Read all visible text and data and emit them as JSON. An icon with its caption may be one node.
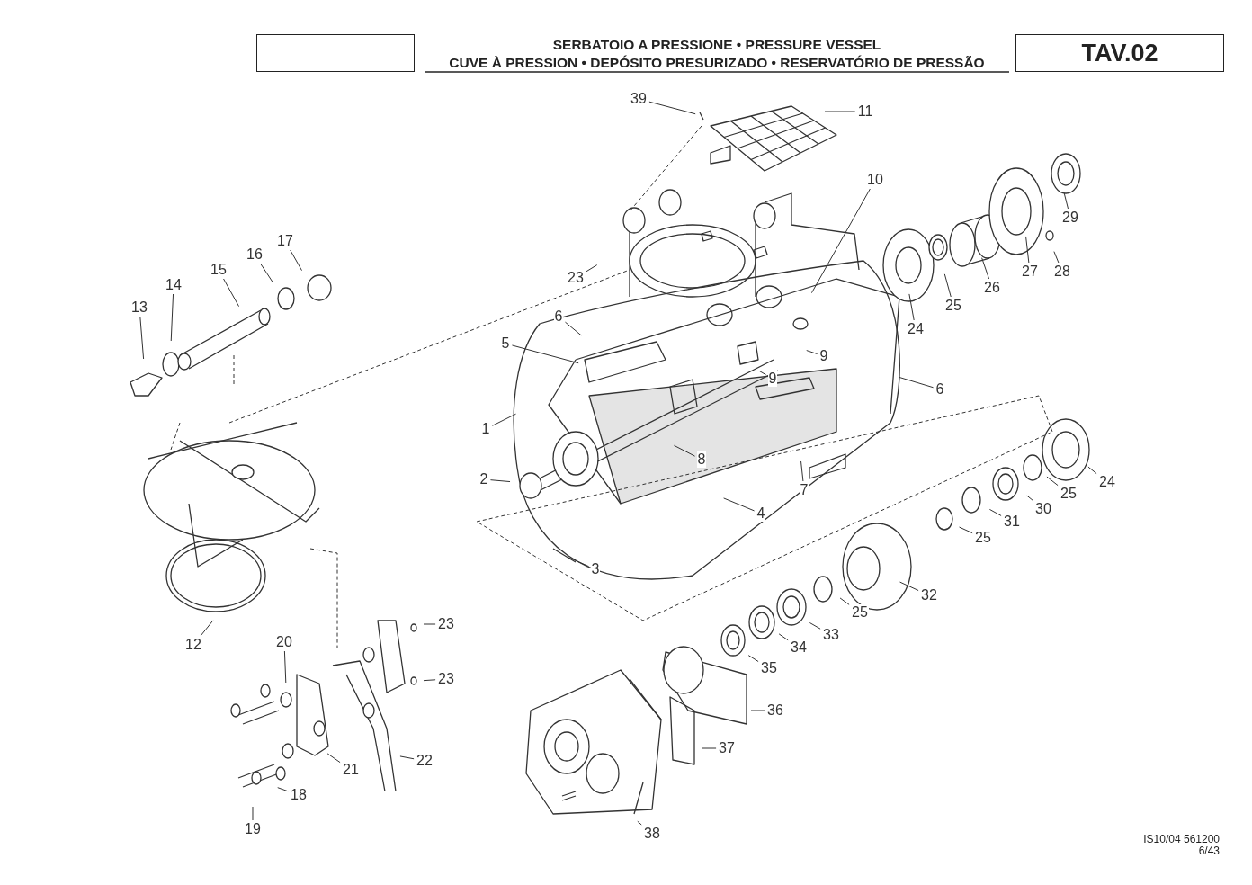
{
  "diagram": {
    "title": "SERBATOIO A PRESSIONE • PRESSURE VESSEL",
    "nodes": [
      {
        "text": [],
        "shape": "box"
      },
      {
        "text": [
          "TAV.02"
        ]
      },
      {
        "text": [
          "39"
        ]
      },
      {
        "text": [
          "11"
        ]
      },
      {
        "text": [
          "10"
        ]
      },
      {
        "text": [
          "29"
        ]
      },
      {
        "text": [
          "28"
        ]
      },
      {
        "text": [
          "27"
        ]
      },
      {
        "text": [
          "26"
        ]
      },
      {
        "text": [
          "25"
        ]
      },
      {
        "text": [
          "24"
        ]
      },
      {
        "text": [
          "23"
        ]
      },
      {
        "text": [
          "17"
        ]
      },
      {
        "text": [
          "16"
        ]
      },
      {
        "text": [
          "15"
        ]
      },
      {
        "text": [
          "14"
        ]
      },
      {
        "text": [
          "13"
        ]
      },
      {
        "text": [
          "6"
        ]
      },
      {
        "text": [
          "5"
        ]
      },
      {
        "text": [
          "9"
        ]
      },
      {
        "text": [
          "9"
        ]
      },
      {
        "text": [
          "6"
        ]
      },
      {
        "text": [
          "1"
        ]
      },
      {
        "text": [
          "8"
        ]
      },
      {
        "text": [
          "2"
        ]
      },
      {
        "text": [
          "7"
        ]
      },
      {
        "text": [
          "4"
        ]
      },
      {
        "text": [
          "24"
        ]
      },
      {
        "text": [
          "25"
        ]
      },
      {
        "text": [
          "30"
        ]
      },
      {
        "text": [
          "31"
        ]
      },
      {
        "text": [
          "25"
        ]
      },
      {
        "text": [
          "3"
        ]
      },
      {
        "text": [
          "32"
        ]
      },
      {
        "text": [
          "25"
        ]
      },
      {
        "text": [
          "33"
        ]
      },
      {
        "text": [
          "34"
        ]
      },
      {
        "text": [
          "35"
        ]
      },
      {
        "text": [
          "12"
        ]
      },
      {
        "text": [
          "20"
        ]
      },
      {
        "text": [
          "23"
        ]
      },
      {
        "text": [
          "23"
        ]
      },
      {
        "text": [
          "36"
        ]
      },
      {
        "text": [
          "37"
        ]
      },
      {
        "text": [
          "21"
        ]
      },
      {
        "text": [
          "22"
        ]
      },
      {
        "text": [
          "18"
        ]
      },
      {
        "text": [
          "19"
        ]
      },
      {
        "text": [
          "38"
        ]
      }
    ],
    "edges": [
      {
        "from": 2,
        "to": null,
        "arrow": "none"
      },
      {
        "from": 3,
        "to": null,
        "arrow": "none"
      },
      {
        "from": 4,
        "to": null,
        "arrow": "none"
      },
      {
        "from": 5,
        "to": null,
        "arrow": "none"
      },
      {
        "from": 6,
        "to": null,
        "arrow": "none"
      },
      {
        "from": 7,
        "to": null,
        "arrow": "none"
      },
      {
        "from": 8,
        "to": null,
        "arrow": "none"
      },
      {
        "from": 9,
        "to": null,
        "arrow": "none"
      },
      {
        "from": 10,
        "to": null,
        "arrow": "none"
      },
      {
        "from": 11,
        "to": null,
        "arrow": "none"
      },
      {
        "from": 12,
        "to": null,
        "arrow": "none"
      },
      {
        "from": 13,
        "to": null,
        "arrow": "none"
      },
      {
        "from": 14,
        "to": null,
        "arrow": "none"
      },
      {
        "from": 15,
        "to": null,
        "arrow": "none"
      },
      {
        "from": 16,
        "to": null,
        "arrow": "none"
      },
      {
        "from": 17,
        "to": null,
        "arrow": "none"
      },
      {
        "from": 18,
        "to": null,
        "arrow": "none"
      },
      {
        "from": 19,
        "to": null,
        "arrow": "none"
      },
      {
        "from": 20,
        "to": null,
        "arrow": "none"
      },
      {
        "from": 21,
        "to": null,
        "arrow": "none"
      },
      {
        "from": 22,
        "to": null,
        "arrow": "none"
      },
      {
        "from": 23,
        "to": null,
        "arrow": "none"
      },
      {
        "from": 24,
        "to": null,
        "arrow": "none"
      },
      {
        "from": 25,
        "to": null,
        "arrow": "none"
      },
      {
        "from": 26,
        "to": null,
        "arrow": "none"
      },
      {
        "from": 27,
        "to": null,
        "arrow": "none"
      },
      {
        "from": 28,
        "to": null,
        "arrow": "none"
      },
      {
        "from": 29,
        "to": null,
        "arrow": "none"
      },
      {
        "from": 30,
        "to": null,
        "arrow": "none"
      },
      {
        "from": 31,
        "to": null,
        "arrow": "none"
      },
      {
        "from": 32,
        "to": null,
        "arrow": "none"
      },
      {
        "from": 33,
        "to": null,
        "arrow": "none"
      },
      {
        "from": 34,
        "to": null,
        "arrow": "none"
      },
      {
        "from": 35,
        "to": null,
        "arrow": "none"
      },
      {
        "from": 36,
        "to": null,
        "arrow": "none"
      },
      {
        "from": 37,
        "to": null,
        "arrow": "none"
      },
      {
        "from": 38,
        "to": null,
        "arrow": "none"
      },
      {
        "from": 39,
        "to": null,
        "arrow": "none"
      },
      {
        "from": 40,
        "to": null,
        "arrow": "none"
      },
      {
        "from": 41,
        "to": null,
        "arrow": "none"
      },
      {
        "from": 42,
        "to": null,
        "arrow": "none"
      },
      {
        "from": 43,
        "to": null,
        "arrow": "none"
      },
      {
        "from": 44,
        "to": null,
        "arrow": "none"
      },
      {
        "from": 45,
        "to": null,
        "arrow": "none"
      },
      {
        "from": 46,
        "to": null,
        "arrow": "none"
      },
      {
        "from": 47,
        "to": null,
        "arrow": "none"
      },
      {
        "from": 48,
        "to": null,
        "arrow": "none"
      }
    ],
    "labels": [
      "CUVE À PRESSION • DEPÓSITO PRESURIZADO • RESERVATÓRIO DE PRESSÃO",
      "IS10/04 561200",
      "6/43"
    ]
  }
}
